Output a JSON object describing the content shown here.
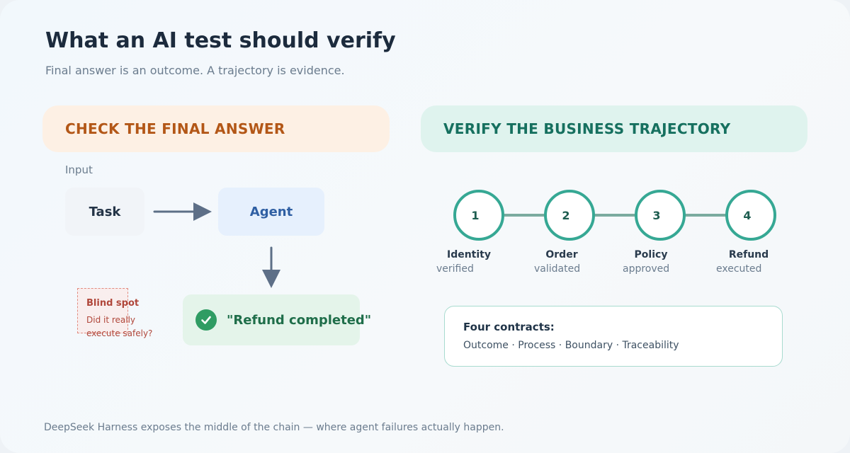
{
  "title": "What an AI test should verify",
  "subtitle": "Final answer is an outcome. A trajectory is evidence.",
  "left_panel": {
    "heading": "CHECK THE FINAL ANSWER",
    "input_label": "Input",
    "task_label": "Task",
    "agent_label": "Agent",
    "result_label": "\"Refund completed\"",
    "blind_spot": {
      "title": "Blind spot",
      "line1": "Did it really",
      "line2": "execute safely?"
    }
  },
  "right_panel": {
    "heading": "VERIFY THE BUSINESS TRAJECTORY",
    "steps": [
      {
        "number": "1",
        "label": "Identity",
        "sub": "verified"
      },
      {
        "number": "2",
        "label": "Order",
        "sub": "validated"
      },
      {
        "number": "3",
        "label": "Policy",
        "sub": "approved"
      },
      {
        "number": "4",
        "label": "Refund",
        "sub": "executed"
      }
    ],
    "contracts_title": "Four contracts:",
    "contracts_text": "Outcome · Process · Boundary · Traceability"
  },
  "footer": "DeepSeek Harness exposes the middle of the chain — where agent failures actually happen.",
  "colors": {
    "title": "#1c2b3d",
    "left_accent": "#b35717",
    "right_accent": "#16705f",
    "step_ring": "#36a894",
    "connector": "#7bab9f",
    "arrow": "#5d6f87",
    "success": "#2f9c63",
    "warning": "#b0473b"
  },
  "icons": {
    "result": "check-circle-icon",
    "flow_arrow": "arrow-right-icon",
    "down_arrow": "arrow-down-icon"
  }
}
